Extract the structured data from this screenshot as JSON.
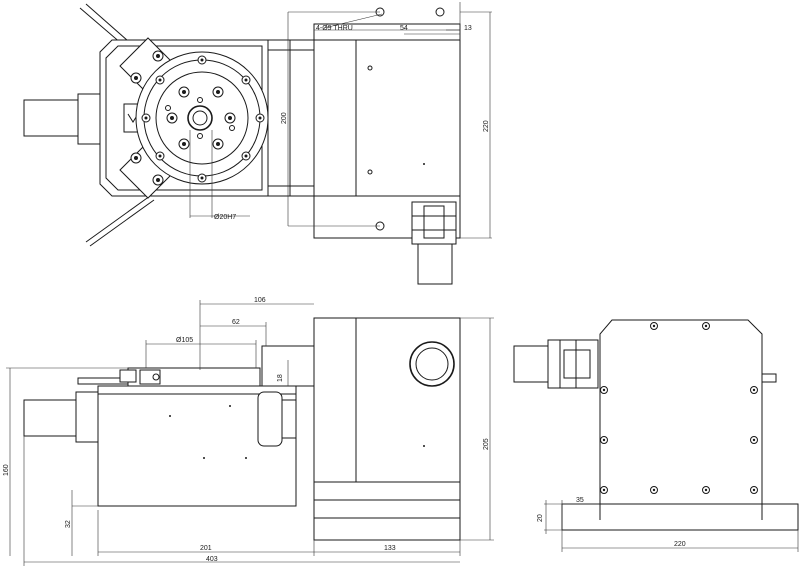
{
  "drawing": {
    "top_view": {
      "hole_callout": "4-Ø9 THRU",
      "dims": {
        "d54": "54",
        "d13": "13",
        "d200": "200",
        "d220": "220",
        "bore": "Ø20H7"
      }
    },
    "front_view": {
      "dims": {
        "d106": "106",
        "d62": "62",
        "d105": "Ø105",
        "d18": "18",
        "d160": "160",
        "d32": "32",
        "d205": "205",
        "d201": "201",
        "d133": "133",
        "d403": "403"
      }
    },
    "side_view": {
      "dims": {
        "d35": "35",
        "d20": "20",
        "d220": "220"
      }
    }
  }
}
